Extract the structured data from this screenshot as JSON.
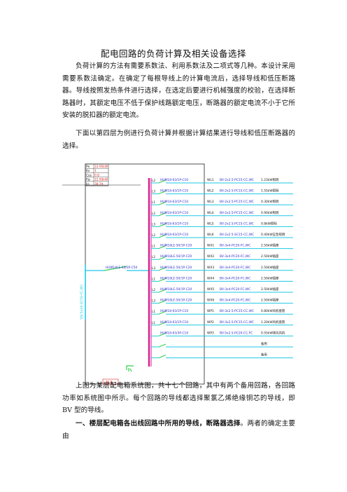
{
  "doc": {
    "title": "配电回路的负荷计算及相关设备选择",
    "p1": "负荷计算的方法有需要系数法、利用系数法及二项式等几种。本设计采用需要系数法确定。在确定了每根导线上的计算电流后，选择导线和低压断路器。导线按照发热条件进行选择，在选定后要进行机械强度的校验，在选择断路器时，其额定电压不低于保护线路额定电压，断路器的额定电流不小于它所安装的脱扣器的额定电流。",
    "p2": "下面以第四层为例进行负荷计算并根据计算结果进行导线和低压断路器的选择。",
    "p3": "上图为某层配电箱系统图，共十七个回路，其中有两个备用回路，各回路功率如系统图中所示。每个回路的导线都选择聚氯乙烯绝缘铜芯的导线，即 BV 型的导线。",
    "p4_heading": "一、楼层配电箱各出线回路中所用的导线，断路器选择",
    "p4_rest": "。两者的确定主要由"
  },
  "diagram": {
    "params": [
      {
        "k": "Pe",
        "v": "22.95kW"
      },
      {
        "k": "Kx",
        "v": "1"
      },
      {
        "k": "Cos",
        "v": "0.8"
      },
      {
        "k": "Pjs",
        "v": "22.95kW"
      },
      {
        "k": "Ijs",
        "v": "38.7A"
      }
    ],
    "main_breaker": "HUM18LE-63/3P-C50",
    "feeder_label": "YJV-5x16-SC50-FC,WC",
    "box_label": "AL4",
    "circuits": [
      {
        "phase": "L2",
        "breaker": "HUM18-63/1P-C10",
        "id": "WL1",
        "cable": "BV-2x2.5-PC15-CC,WC",
        "load": "1.23kW照明"
      },
      {
        "phase": "L3",
        "breaker": "HUM18-63/1P-C10",
        "id": "WL2",
        "cable": "BV-2x2.5-PC15-CC,WC",
        "load": "1.55kW照明"
      },
      {
        "phase": "L1",
        "breaker": "HUM18-63/1P-C10",
        "id": "WL3",
        "cable": "BV-2x2.5-PC15-CC,WC",
        "load": "0.30kW照明"
      },
      {
        "phase": "L2",
        "breaker": "HUM18-63/1P-C10",
        "id": "WL4",
        "cable": "BV-2x2.5-PC15-CC,WC",
        "load": "0.90kW照明"
      },
      {
        "phase": "L3",
        "breaker": "HUM18-63/1P-C10",
        "id": "WL5",
        "cable": "BV-2x2.5-PC15-CC,WC",
        "load": "0.8kW照明"
      },
      {
        "phase": "L2",
        "breaker": "HUM18-63/1P-C10",
        "id": "WL6",
        "cable": "BV-2x2.5-SC15-CC,WC",
        "load": "0.40kW应急照明"
      },
      {
        "phase": "L1",
        "breaker": "HUM18LE-50/1P-C20",
        "id": "WX1",
        "cable": "BV-3x4-PC20-FC,WC",
        "load": "2.50kW插座"
      },
      {
        "phase": "L2",
        "breaker": "HUM18LE-50/1P-C20",
        "id": "WX2",
        "cable": "BV-3x4-PC20-FC,WC",
        "load": "2.50kW插座"
      },
      {
        "phase": "L3",
        "breaker": "HUM18LE-50/1P-C20",
        "id": "WX3",
        "cable": "BV-3x4-PC20-FC,WC",
        "load": "2.50kW插座"
      },
      {
        "phase": "L1",
        "breaker": "HUM18LE-50/1P-C20",
        "id": "WX4",
        "cable": "BV-3x4-PC20-FC,WC",
        "load": "2.50kW插座"
      },
      {
        "phase": "L2",
        "breaker": "HUM18LE-50/1P-C20",
        "id": "WX5",
        "cable": "BV-3x4-PC20-FC,WC",
        "load": "2.50kW插座"
      },
      {
        "phase": "L3",
        "breaker": "HUM18LE-50/1P-C20",
        "id": "WX6",
        "cable": "BV-3x4-PC20-FC,WC",
        "load": "2.50kW插座"
      },
      {
        "phase": "L1",
        "breaker": "HUM18-63/1P-C10",
        "id": "WP1",
        "cable": "BV-3x2.5-PC15-CC,WC",
        "load": "0.80kW风机盘管"
      },
      {
        "phase": "L1",
        "breaker": "HUM18-63/1P-C10",
        "id": "WP2",
        "cable": "BV-3x2.5-PC15-CC,WC",
        "load": "1.20kW风机盘管"
      },
      {
        "phase": "",
        "breaker": "HUM18-63/3P-C10",
        "id": "WP3",
        "cable": "BV-5x2.5-PC20-CC,FC",
        "load": "0.55kW排风风机"
      },
      {
        "phase": "",
        "breaker": "",
        "id": "",
        "cable": "",
        "load": "备用"
      },
      {
        "phase": "",
        "breaker": "",
        "id": "",
        "cable": "",
        "load": "备用"
      }
    ]
  },
  "colors": {
    "bus": "#d81b8c",
    "cable": "#1ec8e6",
    "breaker": "#2fd04a",
    "red": "#e02020",
    "text_blue": "#2d2dcf"
  }
}
